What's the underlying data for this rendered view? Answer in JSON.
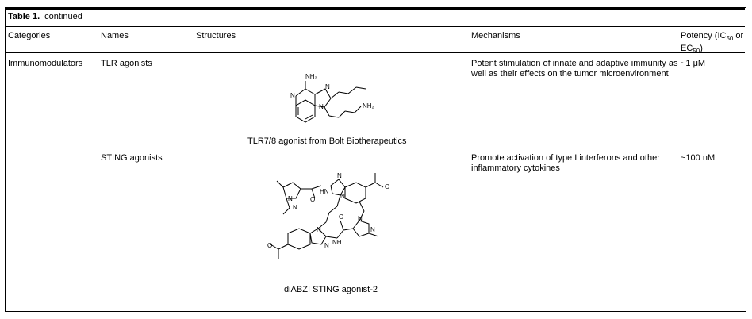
{
  "caption": {
    "label": "Table 1.",
    "text": "continued"
  },
  "headers": {
    "categories": "Categories",
    "names": "Names",
    "structures": "Structures",
    "mechanisms": "Mechanisms",
    "potency_line1": "Potency (IC",
    "potency_sub1": "50",
    "potency_mid": " or",
    "potency_line2": "EC",
    "potency_sub2": "50",
    "potency_end": ")"
  },
  "rows": [
    {
      "category": "Immunomodulators",
      "name": "TLR agonists",
      "structure_caption": "TLR7/8 agonist from Bolt Biotherapeutics",
      "mechanism": "Potent stimulation of innate and adaptive immunity as well as their effects on the tumor microenvironment",
      "potency": "~1 μM",
      "atom_labels": [
        "NH₂",
        "N",
        "N",
        "N",
        "NH₂"
      ]
    },
    {
      "category": "",
      "name": "STING agonists",
      "structure_caption": "diABZI STING agonist-2",
      "mechanism": "Promote activation of type I interferons and other inflammatory cytokines",
      "potency": "~100 nM",
      "atom_labels": [
        "N",
        "N",
        "HN",
        "N",
        "N",
        "N",
        "N",
        "NH",
        "O",
        "O",
        "O",
        "O",
        "N",
        "N"
      ]
    }
  ]
}
